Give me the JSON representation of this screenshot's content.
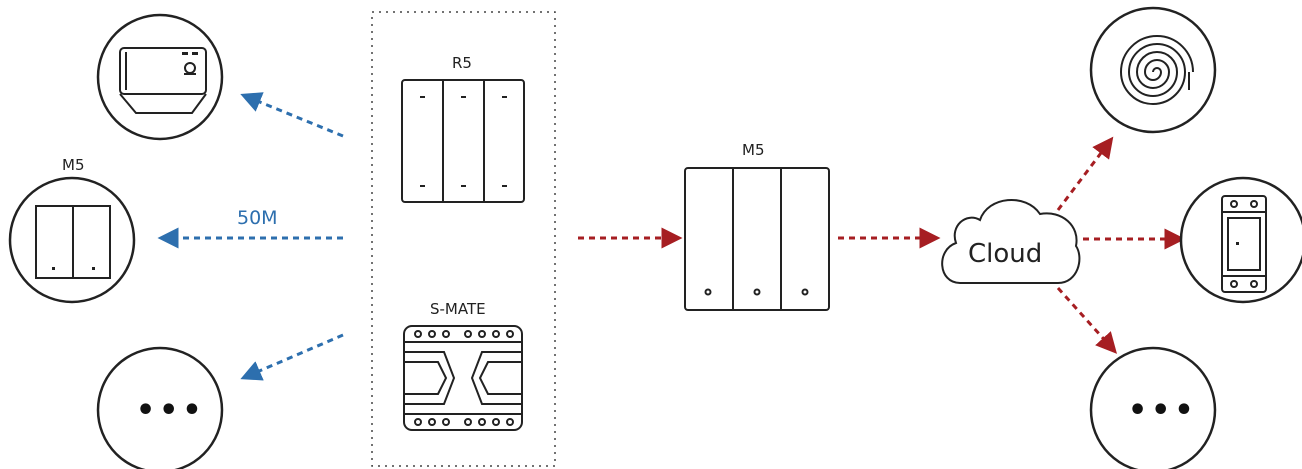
{
  "labels": {
    "r5": "R5",
    "s_mate": "S-MATE",
    "m5_left": "M5",
    "m5_center": "M5",
    "cloud": "Cloud",
    "distance": "50M",
    "more_left": "•••",
    "more_right": "•••"
  },
  "colors": {
    "local_link": "#2d6fae",
    "cloud_link": "#a61e22",
    "outline": "#222222"
  },
  "icons": {
    "top_left_device": "switch-module-icon",
    "top_right_device": "led-strip-icon",
    "mid_right_device": "din-relay-icon"
  }
}
